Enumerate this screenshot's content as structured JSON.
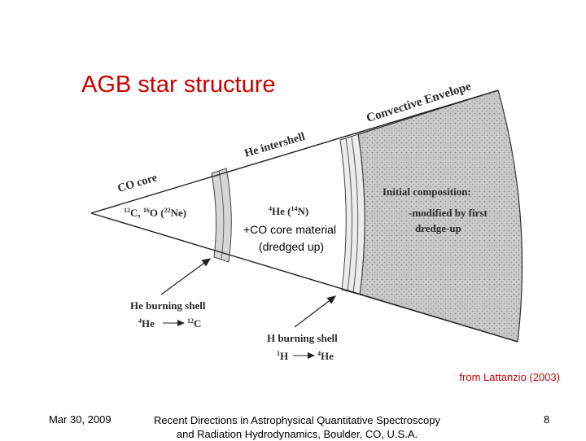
{
  "slide": {
    "title": "AGB star structure",
    "credit": "from Lattanzio (2003)",
    "footer_date": "Mar 30, 2009",
    "footer_line1": "Recent Directions in Astrophysical Quantitative Spectroscopy",
    "footer_line2": "and Radiation Hydrodynamics, Boulder, CO, U.S.A.",
    "page_number": "8"
  },
  "diagram": {
    "envelope_label": "Convective Envelope",
    "intershell_label": "He intershell",
    "core_label": "CO core",
    "core_composition": {
      "a_mass": "12",
      "a_el": "C,",
      "b_mass": "16",
      "b_el": "O (",
      "c_mass": "22",
      "c_el": "Ne)"
    },
    "intershell_composition": {
      "a_mass": "4",
      "a_el": "He (",
      "b_mass": "14",
      "b_el": "N)"
    },
    "dredged_line1": "+CO core material",
    "dredged_line2": "(dredged up)",
    "initial_composition": "Initial composition:",
    "modified_line1": "-modified by first",
    "modified_line2": "dredge-up",
    "he_shell_label": "He burning shell",
    "he_reaction": {
      "from_mass": "4",
      "from_el": "He",
      "to_mass": "12",
      "to_el": "C"
    },
    "h_shell_label": "H burning shell",
    "h_reaction": {
      "from_mass": "1",
      "from_el": "H",
      "to_mass": "4",
      "to_el": "He"
    }
  }
}
